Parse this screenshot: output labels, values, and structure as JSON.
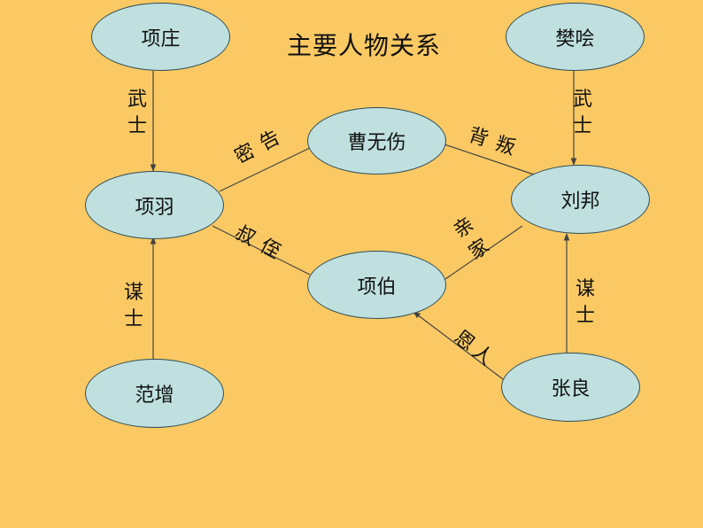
{
  "title": "主要人物关系",
  "nodes": {
    "xiangzhuang": "项庄",
    "fankuai": "樊哙",
    "caowushang": "曹无伤",
    "xiangyu": "项羽",
    "liubang": "刘邦",
    "xiangbo": "项伯",
    "fanzeng": "范增",
    "zhangliang": "张良"
  },
  "edges": {
    "wushi_left": [
      "武",
      "士"
    ],
    "wushi_right": [
      "武",
      "士"
    ],
    "mougao": "密告",
    "beipan": "背叛",
    "shuzhi": "叔侄",
    "qinjia": [
      "亲",
      "家"
    ],
    "moushi_left": [
      "谋",
      "士"
    ],
    "moushi_right": [
      "谋",
      "士"
    ],
    "enren": "恩人"
  },
  "colors": {
    "background": "#FBC963",
    "node_fill": "#BFE0DF",
    "node_stroke": "#2F4F5A",
    "line": "#444444"
  }
}
